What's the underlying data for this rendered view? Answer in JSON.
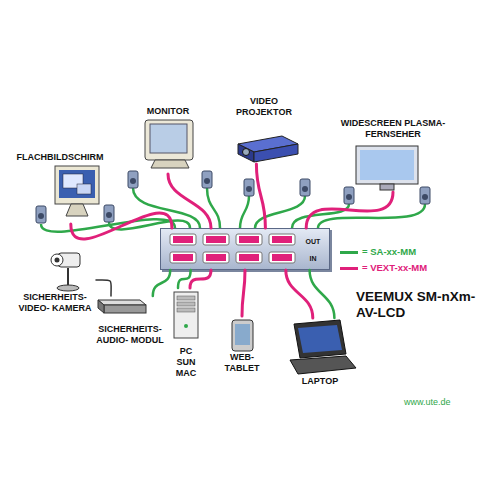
{
  "diagram": {
    "nodes": [
      {
        "text": [
          "MONITOR"
        ]
      },
      {
        "text": [
          "VIDEO PROJEKTOR"
        ]
      },
      {
        "text": [
          "WIDESCREEN PLASMA- FERNSEHER"
        ]
      },
      {
        "text": [
          "FLACHBILDSCHIRM"
        ]
      },
      {
        "text": [
          "OUT",
          "IN",
          "VEEMUX SM-nXm-AV-LCD"
        ]
      },
      {
        "text": [
          "SICHERHEITS- VIDEO- KAMERA"
        ]
      },
      {
        "text": [
          "SICHERHEITS- AUDIO- MODUL"
        ]
      },
      {
        "text": [
          "PC SUN MAC"
        ]
      },
      {
        "text": [
          "WEB- TABLET"
        ]
      },
      {
        "text": [
          "LAPTOP"
        ]
      }
    ],
    "edges": [
      {
        "from": 0,
        "to": 4,
        "arrow": "none"
      },
      {
        "from": 1,
        "to": 4,
        "arrow": "none"
      },
      {
        "from": 2,
        "to": 4,
        "arrow": "none"
      },
      {
        "from": 3,
        "to": 4,
        "arrow": "none"
      },
      {
        "from": 5,
        "to": 6,
        "arrow": "none"
      },
      {
        "from": 6,
        "to": 4,
        "arrow": "none"
      },
      {
        "from": 7,
        "to": 4,
        "arrow": "none"
      },
      {
        "from": 7,
        "to": 4,
        "arrow": "none"
      },
      {
        "from": 8,
        "to": 4,
        "arrow": "none"
      },
      {
        "from": 9,
        "to": 4,
        "arrow": "none"
      },
      {
        "from": 9,
        "to": 4,
        "arrow": "none"
      }
    ],
    "labels": [
      "www.ute.de"
    ],
    "legend": [
      {
        "text": "= SA-xx-MM",
        "color": "#2fa84a"
      },
      {
        "text": "= VEXT-xx-MM",
        "color": "#e0207a"
      }
    ]
  }
}
